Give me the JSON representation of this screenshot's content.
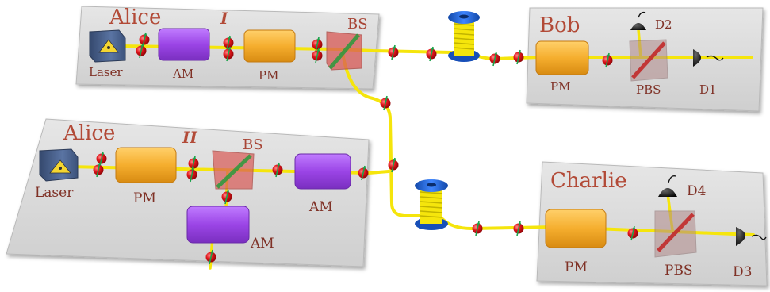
{
  "panels": {
    "alice_one": {
      "title": "Alice",
      "roman": "I",
      "laser": "Laser",
      "am": "AM",
      "pm": "PM",
      "bs": "BS"
    },
    "alice_two": {
      "title": "Alice",
      "roman": "II",
      "laser": "Laser",
      "pm": "PM",
      "bs": "BS",
      "am_right": "AM",
      "am_bottom": "AM"
    },
    "bob": {
      "title": "Bob",
      "pm": "PM",
      "pbs": "PBS",
      "d1": "D1",
      "d2": "D2"
    },
    "charlie": {
      "title": "Charlie",
      "pm": "PM",
      "pbs": "PBS",
      "d3": "D3",
      "d4": "D4"
    }
  },
  "colors": {
    "panel": "#d9d9d9",
    "beam": "#f5e50c",
    "photon": "#e0141a",
    "polarization_arrow": "#1aa34a",
    "title_text": "#b24a37",
    "modulator_am": "#9b45e6",
    "modulator_pm": "#f5ae2e",
    "laser": "#47608d",
    "beam_splitter": "#c9504f",
    "fiber_spool": "#1d63d8",
    "detector": "#111111"
  },
  "icons": {
    "laser": "laser-icon",
    "spool": "fiber-spool-icon",
    "detector": "detector-icon",
    "photon": "photon-icon"
  }
}
